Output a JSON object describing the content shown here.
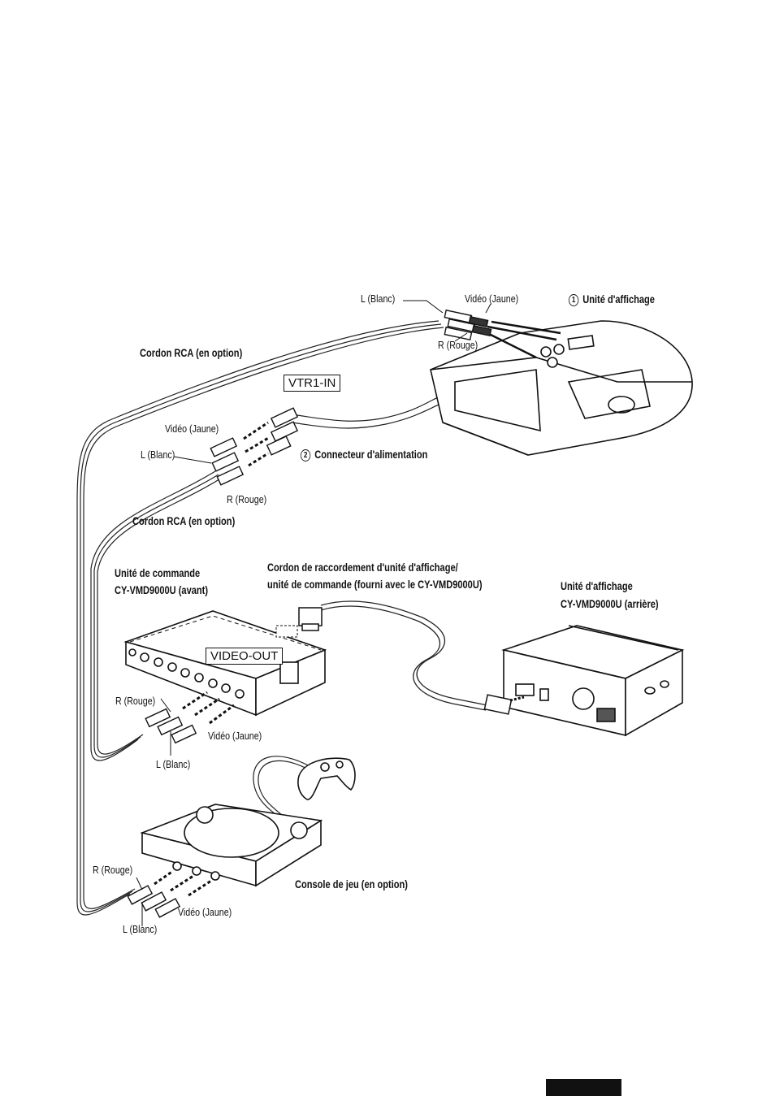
{
  "labels": {
    "top_l_blanc": "L (Blanc)",
    "top_video_jaune": "Vidéo (Jaune)",
    "unite_affichage_num": "1",
    "unite_affichage": "Unité d'affichage",
    "top_r_rouge": "R (Rouge)",
    "cordon_rca_top": "Cordon RCA (en option)",
    "vtr1_in": "VTR1-IN",
    "mid_video_jaune": "Vidéo (Jaune)",
    "mid_l_blanc": "L (Blanc)",
    "connecteur_num": "2",
    "connecteur_alimentation": "Connecteur d'alimentation",
    "mid_r_rouge": "R (Rouge)",
    "cordon_rca_mid": "Cordon RCA (en option)",
    "unite_commande_line1": "Unité de commande",
    "unite_commande_line2": "CY-VMD9000U (avant)",
    "cordon_raccord_line1": "Cordon de raccordement d'unité d'affichage/",
    "cordon_raccord_line2": "unité de commande (fourni avec le CY-VMD9000U)",
    "unite_affichage_arr_line1": "Unité d'affichage",
    "unite_affichage_arr_line2": "CY-VMD9000U (arrière)",
    "video_out": "VIDEO-OUT",
    "ctrl_r_rouge": "R (Rouge)",
    "ctrl_video_jaune": "Vidéo (Jaune)",
    "ctrl_l_blanc": "L (Blanc)",
    "console_r_rouge": "R (Rouge)",
    "console_jeu": "Console de jeu (en option)",
    "console_video_jaune": "Vidéo (Jaune)",
    "console_l_blanc": "L (Blanc)"
  }
}
